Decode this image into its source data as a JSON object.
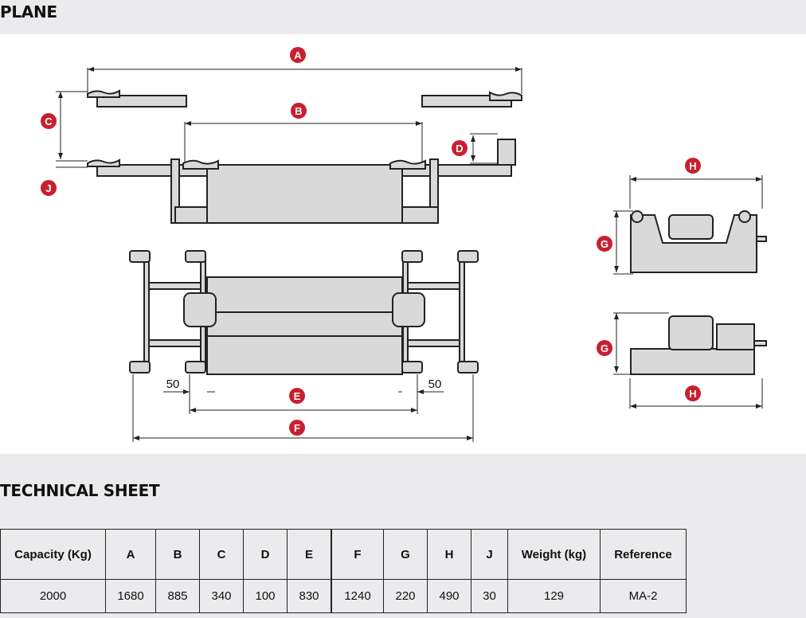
{
  "plane_title": "PLANE",
  "tech_title": "TECHNICAL SHEET",
  "drawing_labels": {
    "A": "A",
    "B": "B",
    "C": "C",
    "D": "D",
    "E": "E",
    "F": "F",
    "G": "G",
    "H": "H",
    "J": "J",
    "offset_left": "50",
    "offset_right": "50"
  },
  "colors": {
    "badge": "#c8202f",
    "metal": "#d9d9d9",
    "outline": "#222222"
  },
  "table": {
    "headers": [
      "Capacity (Kg)",
      "A",
      "B",
      "C",
      "D",
      "E",
      "F",
      "G",
      "H",
      "J",
      "Weight (kg)",
      "Reference"
    ],
    "rows": [
      [
        "2000",
        "1680",
        "885",
        "340",
        "100",
        "830",
        "1240",
        "220",
        "490",
        "30",
        "129",
        "MA-2"
      ]
    ]
  }
}
